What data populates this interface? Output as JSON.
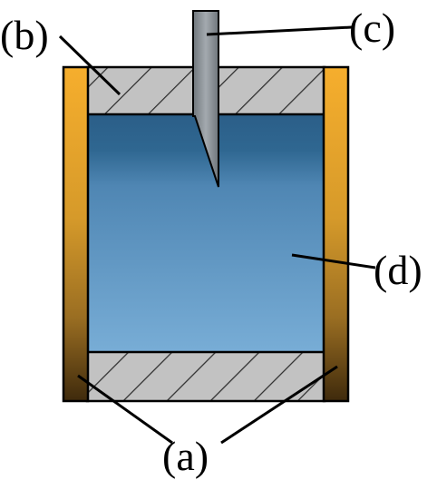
{
  "labels": {
    "a": "(a)",
    "b": "(b)",
    "c": "(c)",
    "d": "(d)"
  },
  "colors": {
    "wall_top": "#f6ae2d",
    "wall_mid": "#c58a2a",
    "wall_bottom": "#4a3310",
    "cap_fill": "#c0c0c0",
    "cap_hatch": "#333333",
    "liquid_top": "#2a5f8a",
    "liquid_bottom": "#74a9d4",
    "needle": "#8a8f94",
    "outline": "#000000"
  }
}
